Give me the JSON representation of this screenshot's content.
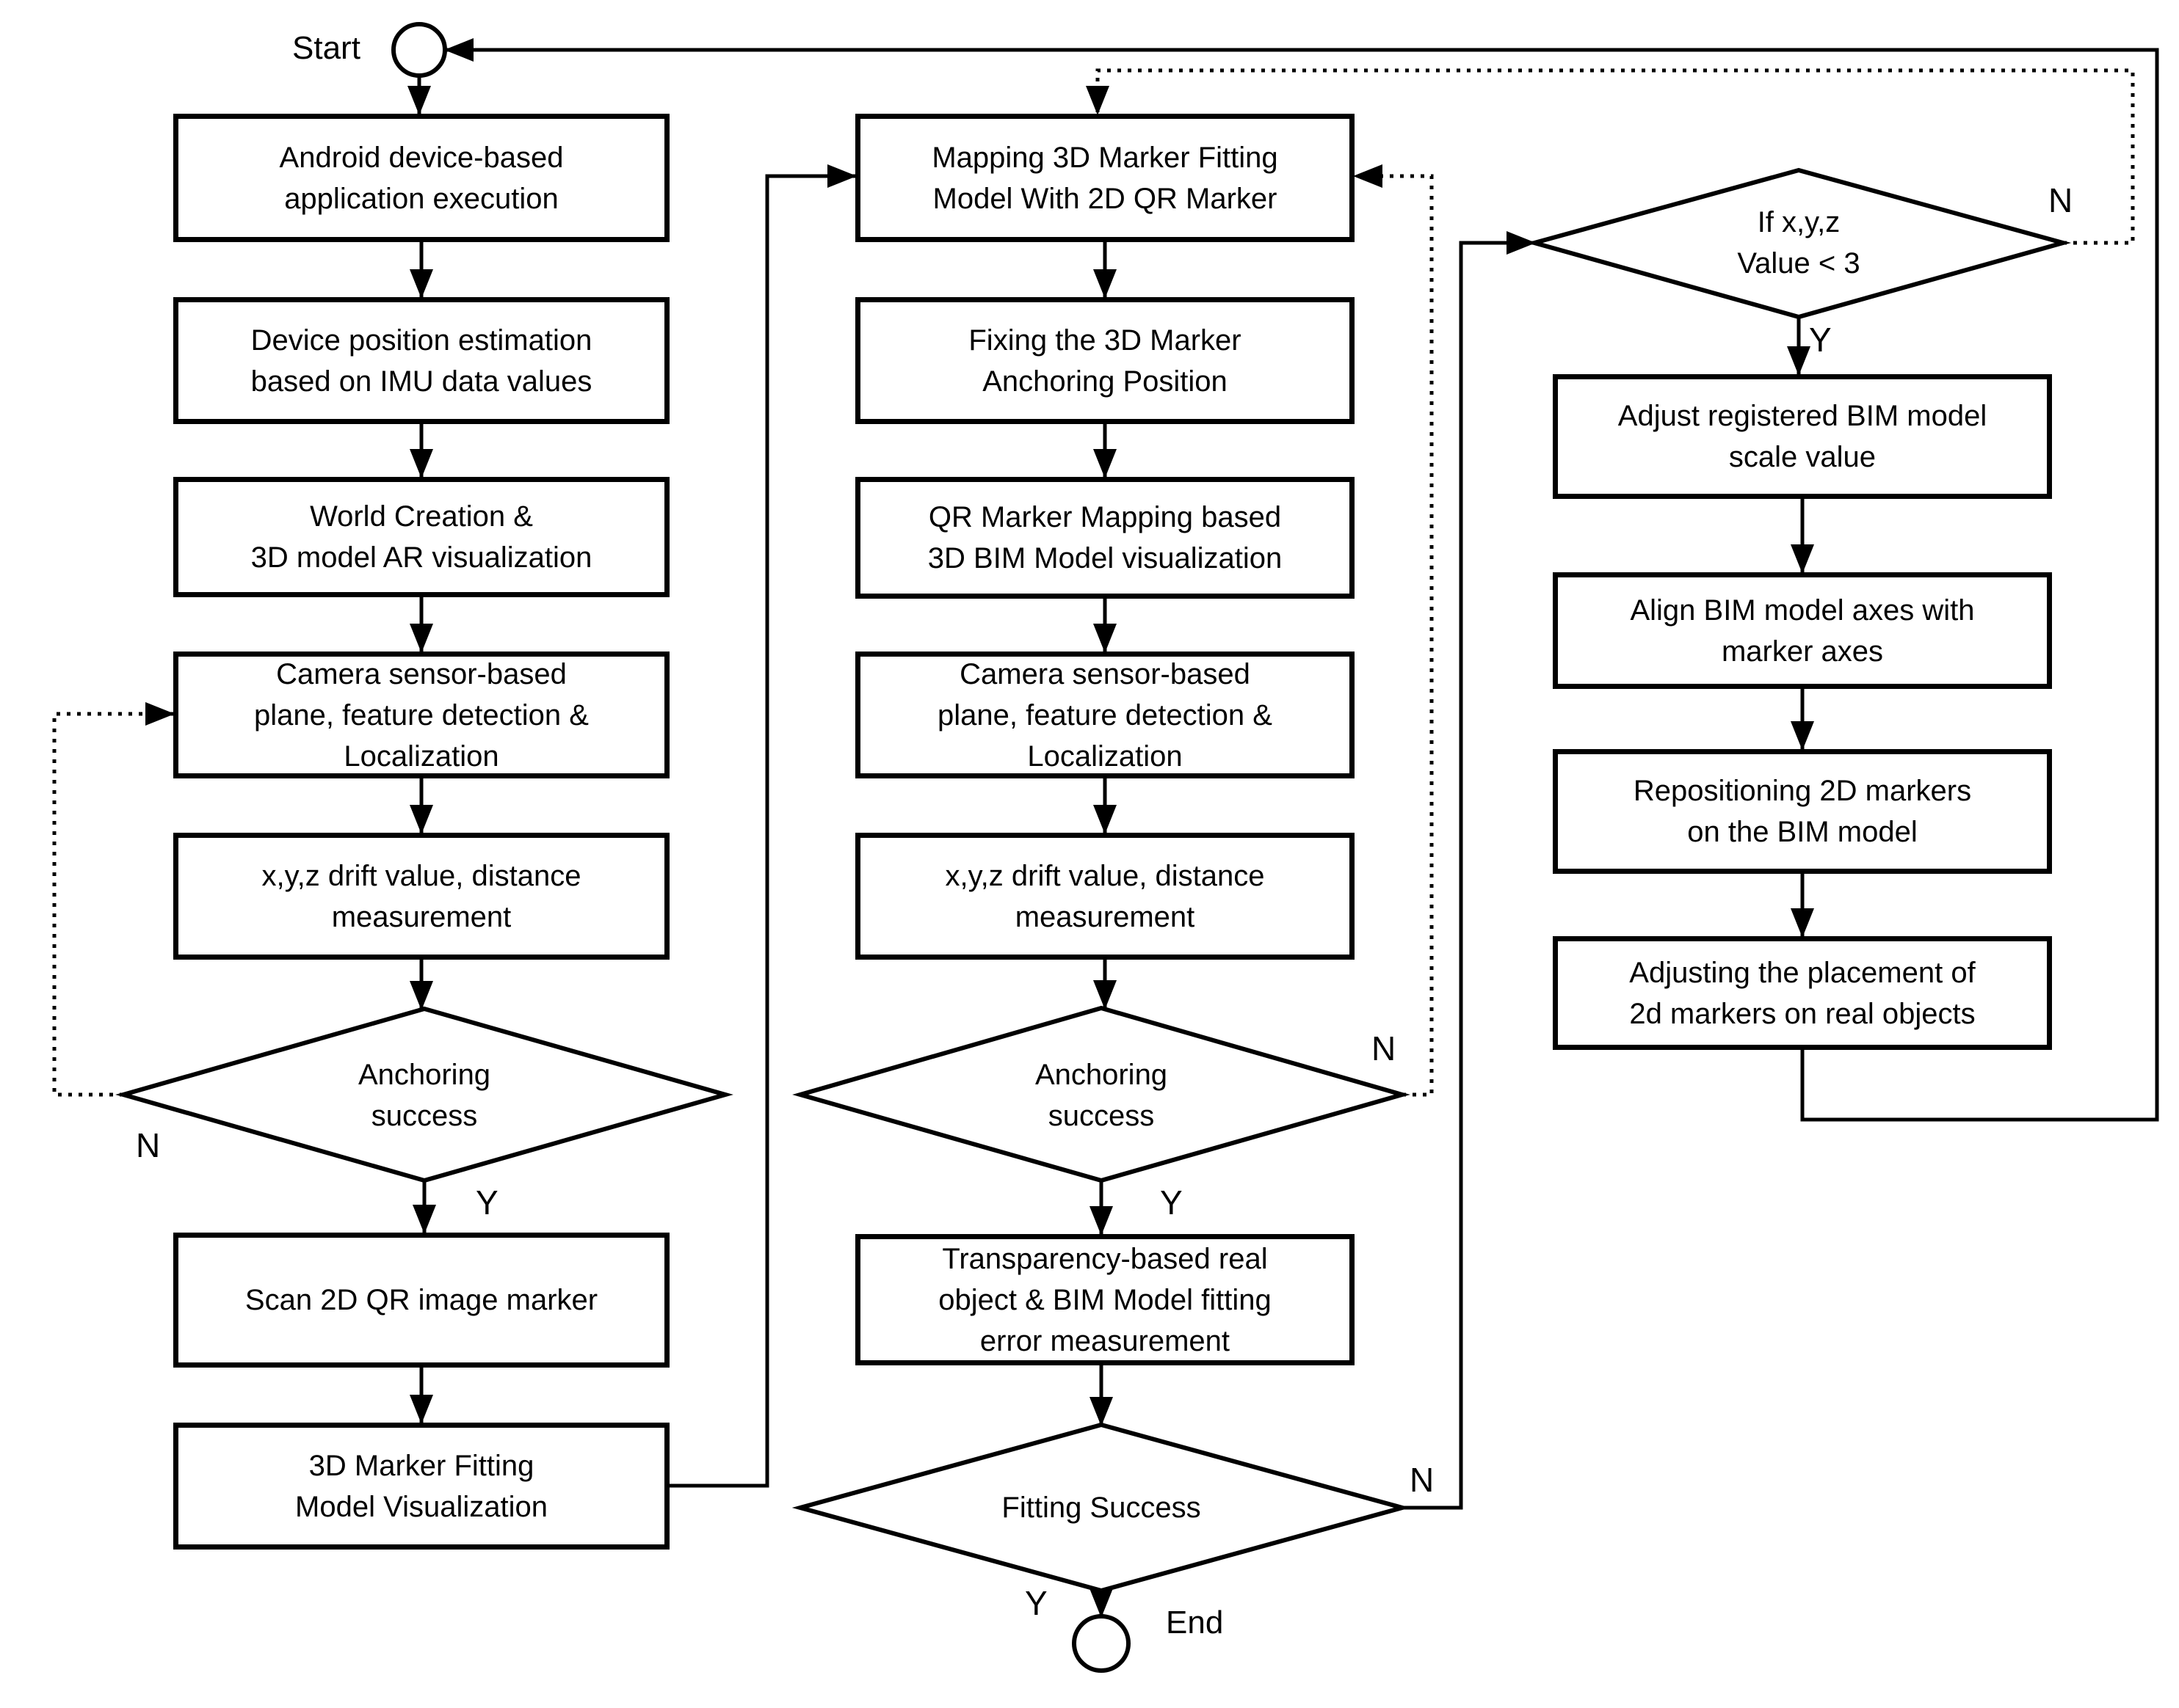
{
  "colors": {
    "stroke": "#000000",
    "background": "#ffffff",
    "text": "#000000"
  },
  "terminals": {
    "start": "Start",
    "end": "End"
  },
  "decision_labels": {
    "yes": "Y",
    "no": "N"
  },
  "columns": {
    "left": {
      "android_execution": "Android device-based\napplication execution",
      "device_position": "Device position estimation\nbased on IMU data values",
      "world_creation": "World Creation &\n3D model AR visualization",
      "camera_detection": "Camera sensor-based\nplane, feature detection &\nLocalization",
      "drift_measurement": "x,y,z drift value, distance\nmeasurement",
      "anchoring_success": "Anchoring\nsuccess",
      "scan_qr": "Scan 2D QR image marker",
      "marker_visualization": "3D Marker Fitting\nModel Visualization"
    },
    "middle": {
      "mapping_marker": "Mapping 3D Marker Fitting\nModel With 2D QR Marker",
      "fixing_anchor": "Fixing the 3D Marker\nAnchoring Position",
      "qr_mapping": "QR Marker Mapping based\n3D BIM Model visualization",
      "camera_detection": "Camera sensor-based\nplane, feature detection &\nLocalization",
      "drift_measurement": "x,y,z drift value, distance\nmeasurement",
      "anchoring_success": "Anchoring\nsuccess",
      "transparency_error": "Transparency-based real\nobject & BIM Model fitting\nerror measurement",
      "fitting_success": "Fitting Success"
    },
    "right": {
      "if_xyz": "If x,y,z\nValue < 3",
      "adjust_scale": "Adjust registered BIM model\nscale value",
      "align_axes": "Align BIM model axes with\nmarker axes",
      "repositioning": "Repositioning 2D markers\non the BIM model",
      "adjusting_placement": "Adjusting the placement of\n2d markers on real objects"
    }
  }
}
